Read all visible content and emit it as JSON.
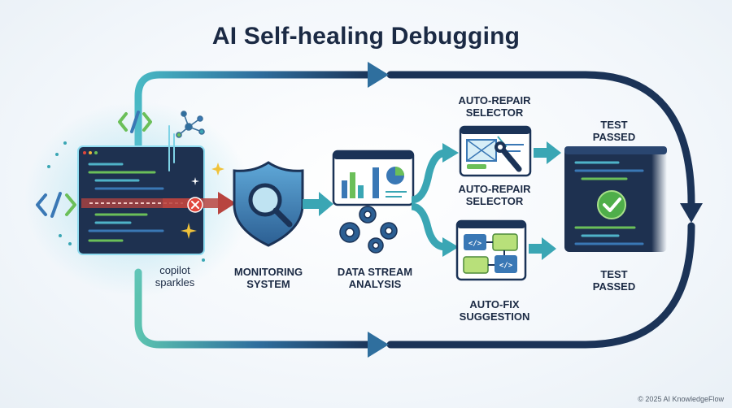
{
  "title": "AI Self-healing Debugging",
  "labels": {
    "copilot": "copilot\nsparkles",
    "monitoring": "MONITORING\nSYSTEM",
    "data_stream": "DATA STREAM\nANALYSIS",
    "auto_repair_top": "AUTO-REPAIR\nSELECTOR",
    "auto_repair_mid": "AUTO-REPAIR\nSELECTOR",
    "auto_fix": "AUTO-FIX\nSUGGESTION",
    "test_passed_top": "TEST\nPASSED",
    "test_passed_bottom": "TEST\nPASSED"
  },
  "code_glyph": "</>",
  "copyright": "© 2025 AI KnowledgeFlow",
  "colors": {
    "navy": "#1b3357",
    "teal": "#3aa6b4",
    "green": "#6bbf59",
    "red": "#e0463c",
    "blue": "#3a78b5"
  }
}
